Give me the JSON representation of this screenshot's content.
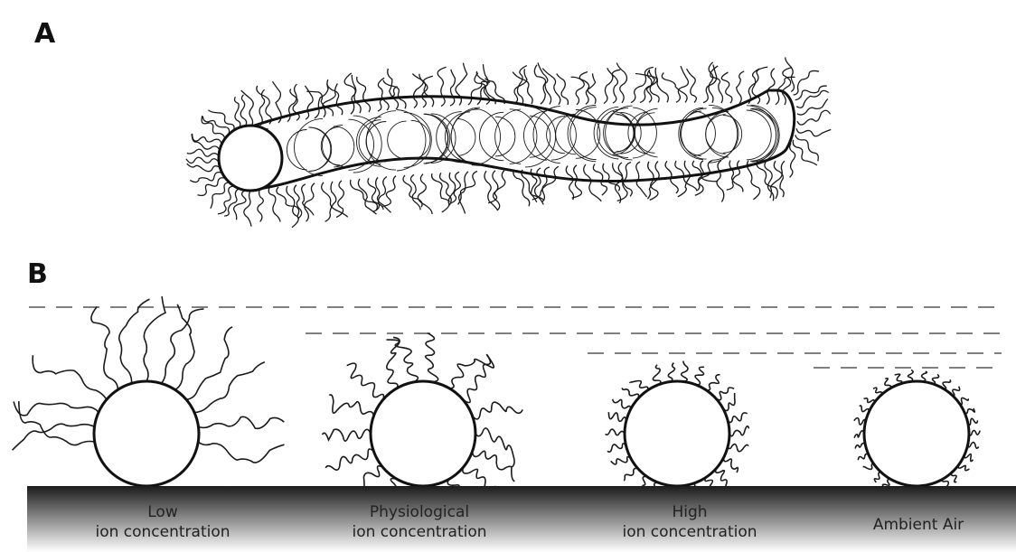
{
  "panels": {
    "a_label": "A",
    "b_label": "B"
  },
  "conditions": [
    {
      "line1": "Low",
      "line2": "ion concentration"
    },
    {
      "line1": "Physiological",
      "line2": "ion concentration"
    },
    {
      "line1": "High",
      "line2": "ion concentration"
    },
    {
      "line1": "",
      "line2": "Ambient Air"
    }
  ],
  "colors": {
    "ink": "#1a1a1a",
    "surface_top": "#1b1b1b",
    "surface_bottom": "#ffffff",
    "dash": "#333333"
  }
}
